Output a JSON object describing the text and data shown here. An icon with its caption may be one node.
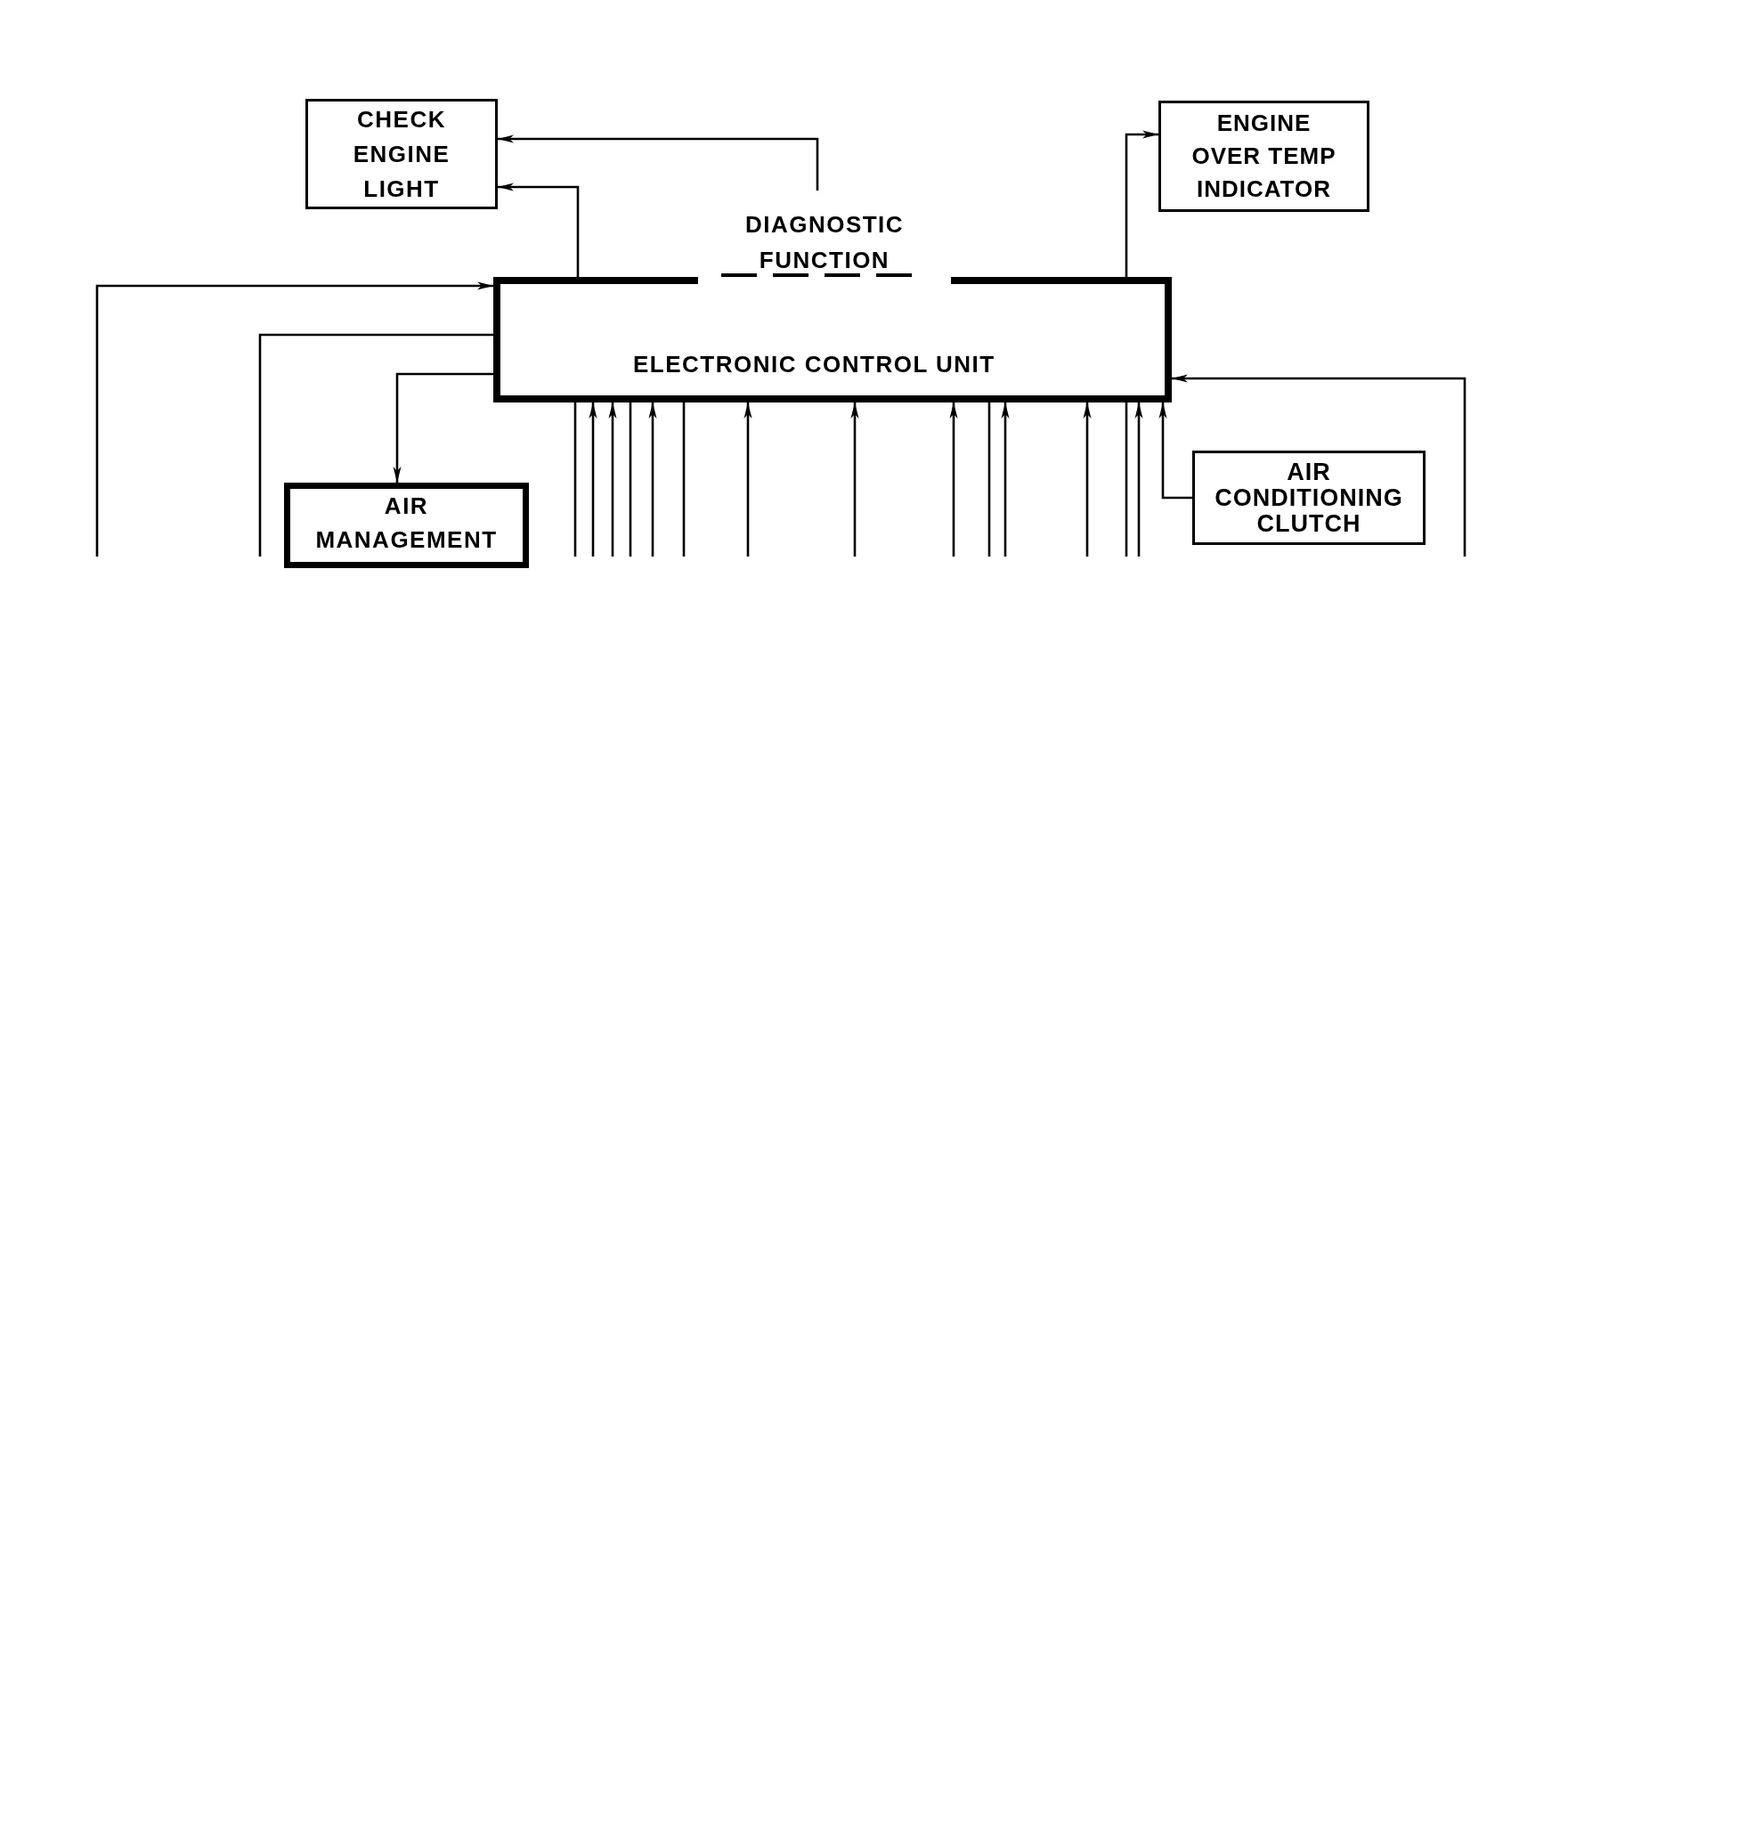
{
  "diagram": {
    "nodes": [
      {
        "text": [
          "CHECK ENGINE LIGHT"
        ]
      },
      {
        "text": [
          "ENGINE OVER TEMP INDICATOR"
        ]
      },
      {
        "text": [
          "ELECTRONIC CONTROL UNIT"
        ]
      },
      {
        "text": [
          "DIAGNOSTIC FUNCTION"
        ],
        "in": 2
      },
      {
        "text": [
          "AIR MANAGEMENT"
        ]
      },
      {
        "text": [
          "AIR CONDITIONING CLUTCH"
        ]
      }
    ],
    "edges": [
      {
        "from": 3,
        "to": 0,
        "arrow": "to"
      },
      {
        "from": 2,
        "to": 0,
        "arrow": "to"
      },
      {
        "from": 2,
        "to": 1,
        "arrow": "to"
      },
      {
        "from": null,
        "to": 2,
        "arrow": "to"
      },
      {
        "from": 2,
        "to": null,
        "arrow": "none"
      },
      {
        "from": 2,
        "to": 4,
        "arrow": "to"
      },
      {
        "from": null,
        "to": 2,
        "arrow": "to"
      },
      {
        "from": 5,
        "to": 2,
        "arrow": "to"
      },
      {
        "from": 2,
        "to": null,
        "arrow": "none"
      },
      {
        "from": null,
        "to": 2,
        "arrow": "to"
      },
      {
        "from": null,
        "to": 2,
        "arrow": "to"
      },
      {
        "from": 2,
        "to": null,
        "arrow": "none"
      },
      {
        "from": null,
        "to": 2,
        "arrow": "to"
      },
      {
        "from": 2,
        "to": null,
        "arrow": "none"
      },
      {
        "from": null,
        "to": 2,
        "arrow": "to"
      },
      {
        "from": null,
        "to": 2,
        "arrow": "to"
      },
      {
        "from": null,
        "to": 2,
        "arrow": "to"
      },
      {
        "from": 2,
        "to": null,
        "arrow": "none"
      },
      {
        "from": null,
        "to": 2,
        "arrow": "to"
      },
      {
        "from": null,
        "to": 2,
        "arrow": "to"
      },
      {
        "from": 2,
        "to": null,
        "arrow": "none"
      },
      {
        "from": null,
        "to": 2,
        "arrow": "to"
      }
    ]
  }
}
